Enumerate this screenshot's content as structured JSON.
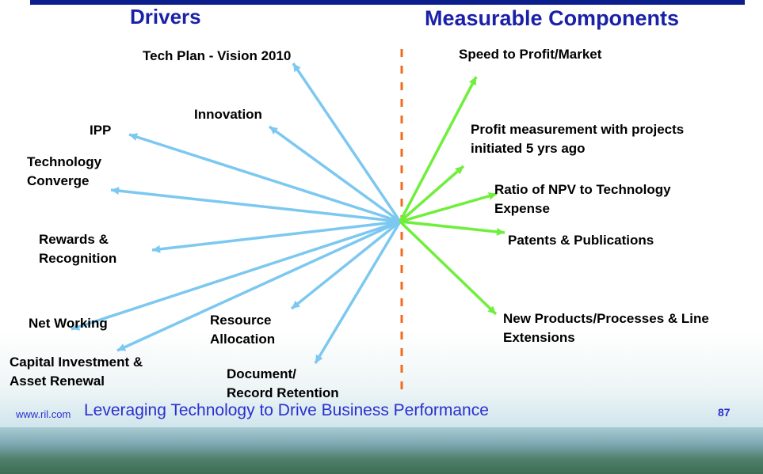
{
  "headers": {
    "drivers": "Drivers",
    "measurable": "Measurable Components"
  },
  "drivers": [
    {
      "label": "Tech Plan - Vision 2010"
    },
    {
      "label": "Innovation"
    },
    {
      "label": "IPP"
    },
    {
      "label": "Technology\nConverge"
    },
    {
      "label": "Rewards &\nRecognition"
    },
    {
      "label": "Net Working"
    },
    {
      "label": "Capital Investment  &\nAsset Renewal"
    },
    {
      "label": "Resource\nAllocation"
    },
    {
      "label": "Document/\nRecord Retention"
    }
  ],
  "components": [
    {
      "label": "Speed to Profit/Market"
    },
    {
      "label": "Profit measurement with projects\ninitiated 5 yrs ago"
    },
    {
      "label": "Ratio of NPV to Technology\nExpense"
    },
    {
      "label": "Patents & Publications"
    },
    {
      "label": "New Products/Processes & Line\nExtensions"
    }
  ],
  "footer": {
    "url": "www.ril.com",
    "title": "Leveraging Technology to Drive Business Performance",
    "page": "87"
  },
  "colors": {
    "driver_arrow": "#7cc8f0",
    "component_arrow": "#6fef3c",
    "divider": "#f26b1d",
    "header": "#1a21a8"
  }
}
